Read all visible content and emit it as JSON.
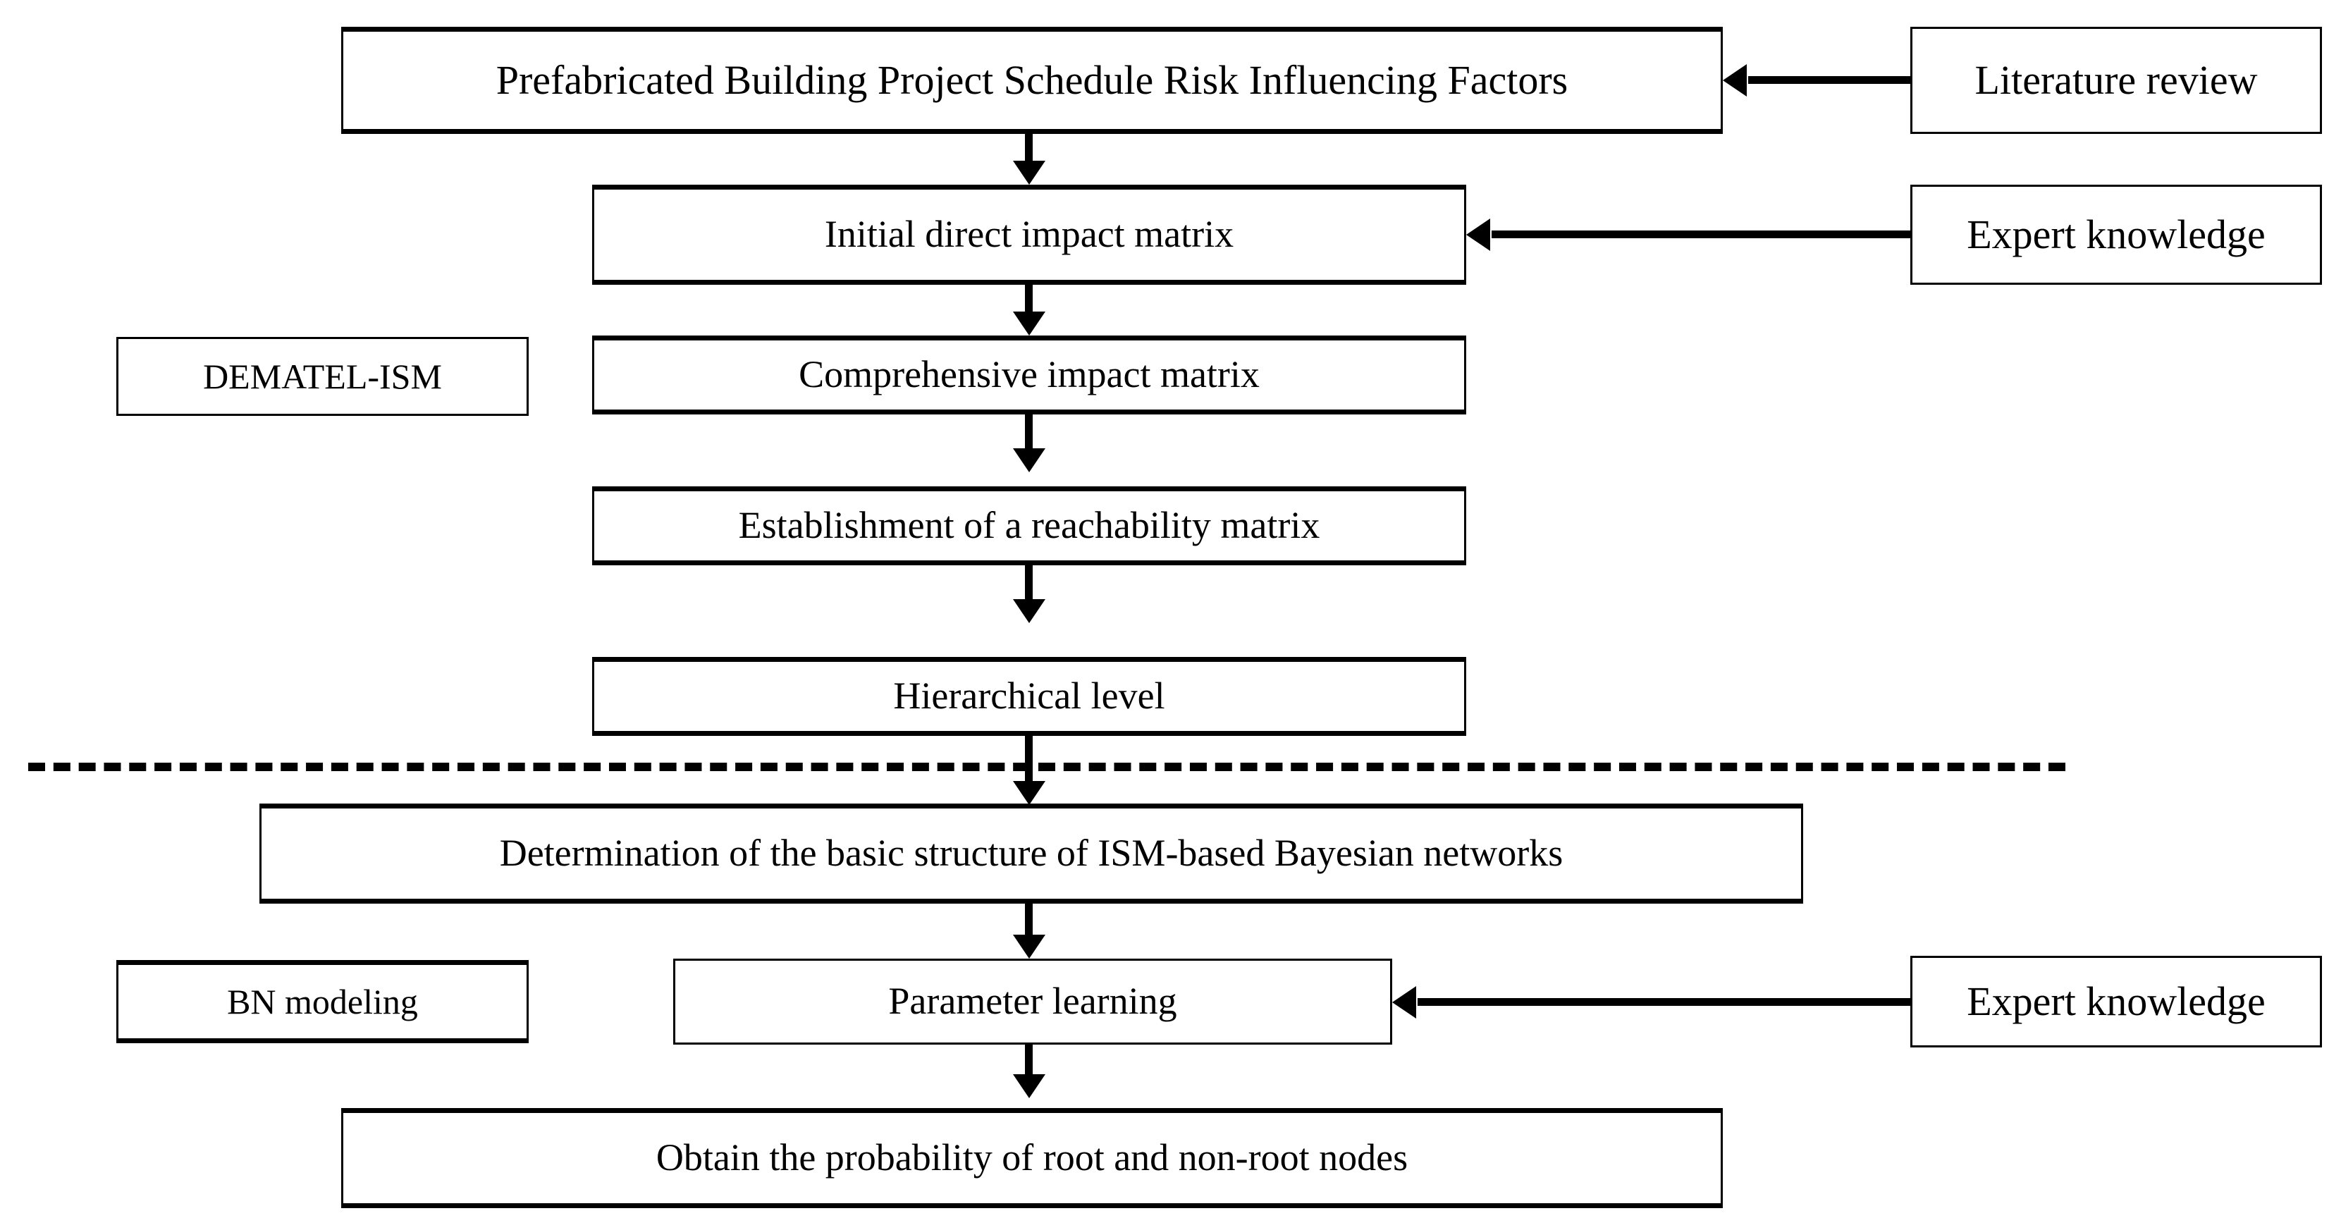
{
  "figure": {
    "type": "flowchart",
    "orientation": "top-to-bottom",
    "background_color": "#ffffff",
    "line_color": "#000000",
    "sections": [
      {
        "id": "dematel-ism",
        "label": "DEMATEL-ISM"
      },
      {
        "id": "bn-modeling",
        "label": "BN modeling"
      }
    ],
    "divider": {
      "style": "dashed",
      "orientation": "horizontal"
    }
  },
  "nodes": {
    "risk_factors": "Prefabricated Building Project Schedule Risk Influencing Factors",
    "literature_review": "Literature review",
    "initial_matrix": "Initial direct impact matrix",
    "expert_knowledge_top": "Expert knowledge",
    "section_dematel": "DEMATEL-ISM",
    "comprehensive_matrix": "Comprehensive impact matrix",
    "reachability_matrix": "Establishment of a reachability matrix",
    "hierarchical_level": "Hierarchical level",
    "bn_structure": "Determination of the basic structure of ISM-based Bayesian networks",
    "section_bn": "BN modeling",
    "parameter_learning": "Parameter learning",
    "expert_knowledge_bottom": "Expert knowledge",
    "root_probability": "Obtain the probability of root and non-root nodes"
  },
  "edges": [
    {
      "from": "literature_review",
      "to": "risk_factors",
      "direction": "left"
    },
    {
      "from": "risk_factors",
      "to": "initial_matrix",
      "direction": "down"
    },
    {
      "from": "expert_knowledge_top",
      "to": "initial_matrix",
      "direction": "left"
    },
    {
      "from": "initial_matrix",
      "to": "comprehensive_matrix",
      "direction": "down"
    },
    {
      "from": "comprehensive_matrix",
      "to": "reachability_matrix",
      "direction": "down"
    },
    {
      "from": "reachability_matrix",
      "to": "hierarchical_level",
      "direction": "down"
    },
    {
      "from": "hierarchical_level",
      "to": "bn_structure",
      "direction": "down"
    },
    {
      "from": "bn_structure",
      "to": "parameter_learning",
      "direction": "down"
    },
    {
      "from": "expert_knowledge_bottom",
      "to": "parameter_learning",
      "direction": "left"
    },
    {
      "from": "parameter_learning",
      "to": "root_probability",
      "direction": "down"
    }
  ]
}
